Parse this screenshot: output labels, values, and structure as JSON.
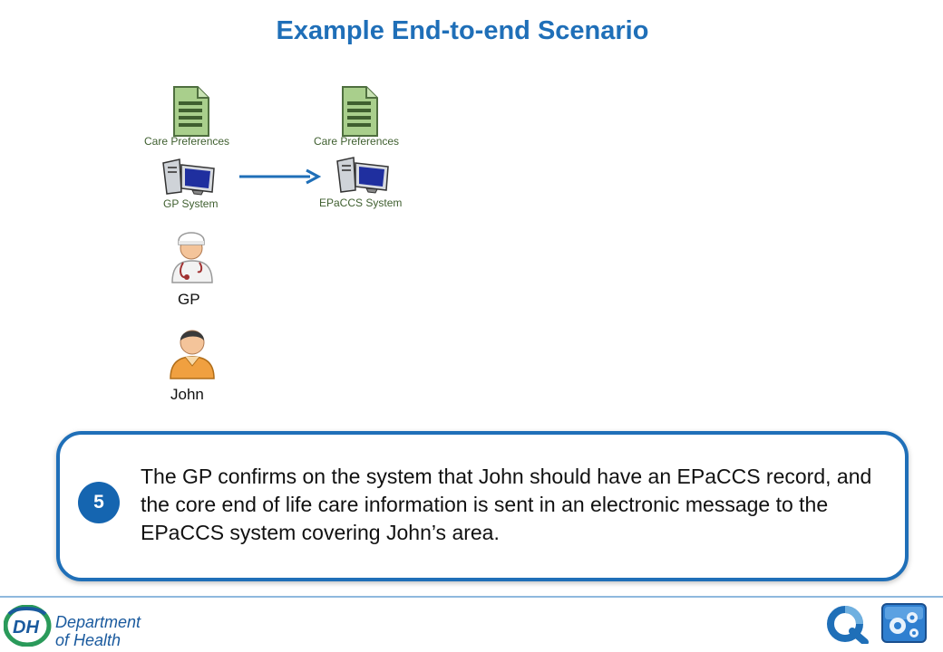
{
  "title": "Example End-to-end Scenario",
  "diagram": {
    "left_doc_label": "Care Preferences",
    "right_doc_label": "Care Preferences",
    "left_system_label": "GP System",
    "right_system_label": "EPaCCS System",
    "gp_label": "GP",
    "patient_label": "John"
  },
  "step": {
    "number": "5",
    "text": "The GP confirms on the system that John should have an EPaCCS record, and the core end of life care information is sent in an electronic message to the EPaCCS system covering John’s area."
  },
  "footer": {
    "logo_initials": "DH",
    "org_line1": "Department",
    "org_line2": "of Health"
  },
  "colors": {
    "title": "#1f6fb8",
    "accent": "#1565b0",
    "label_green": "#3f5f2f"
  },
  "icons": [
    "document-icon",
    "computer-icon",
    "arrow-right-icon",
    "doctor-icon",
    "person-icon",
    "quality-logo-icon",
    "gear-app-icon"
  ]
}
